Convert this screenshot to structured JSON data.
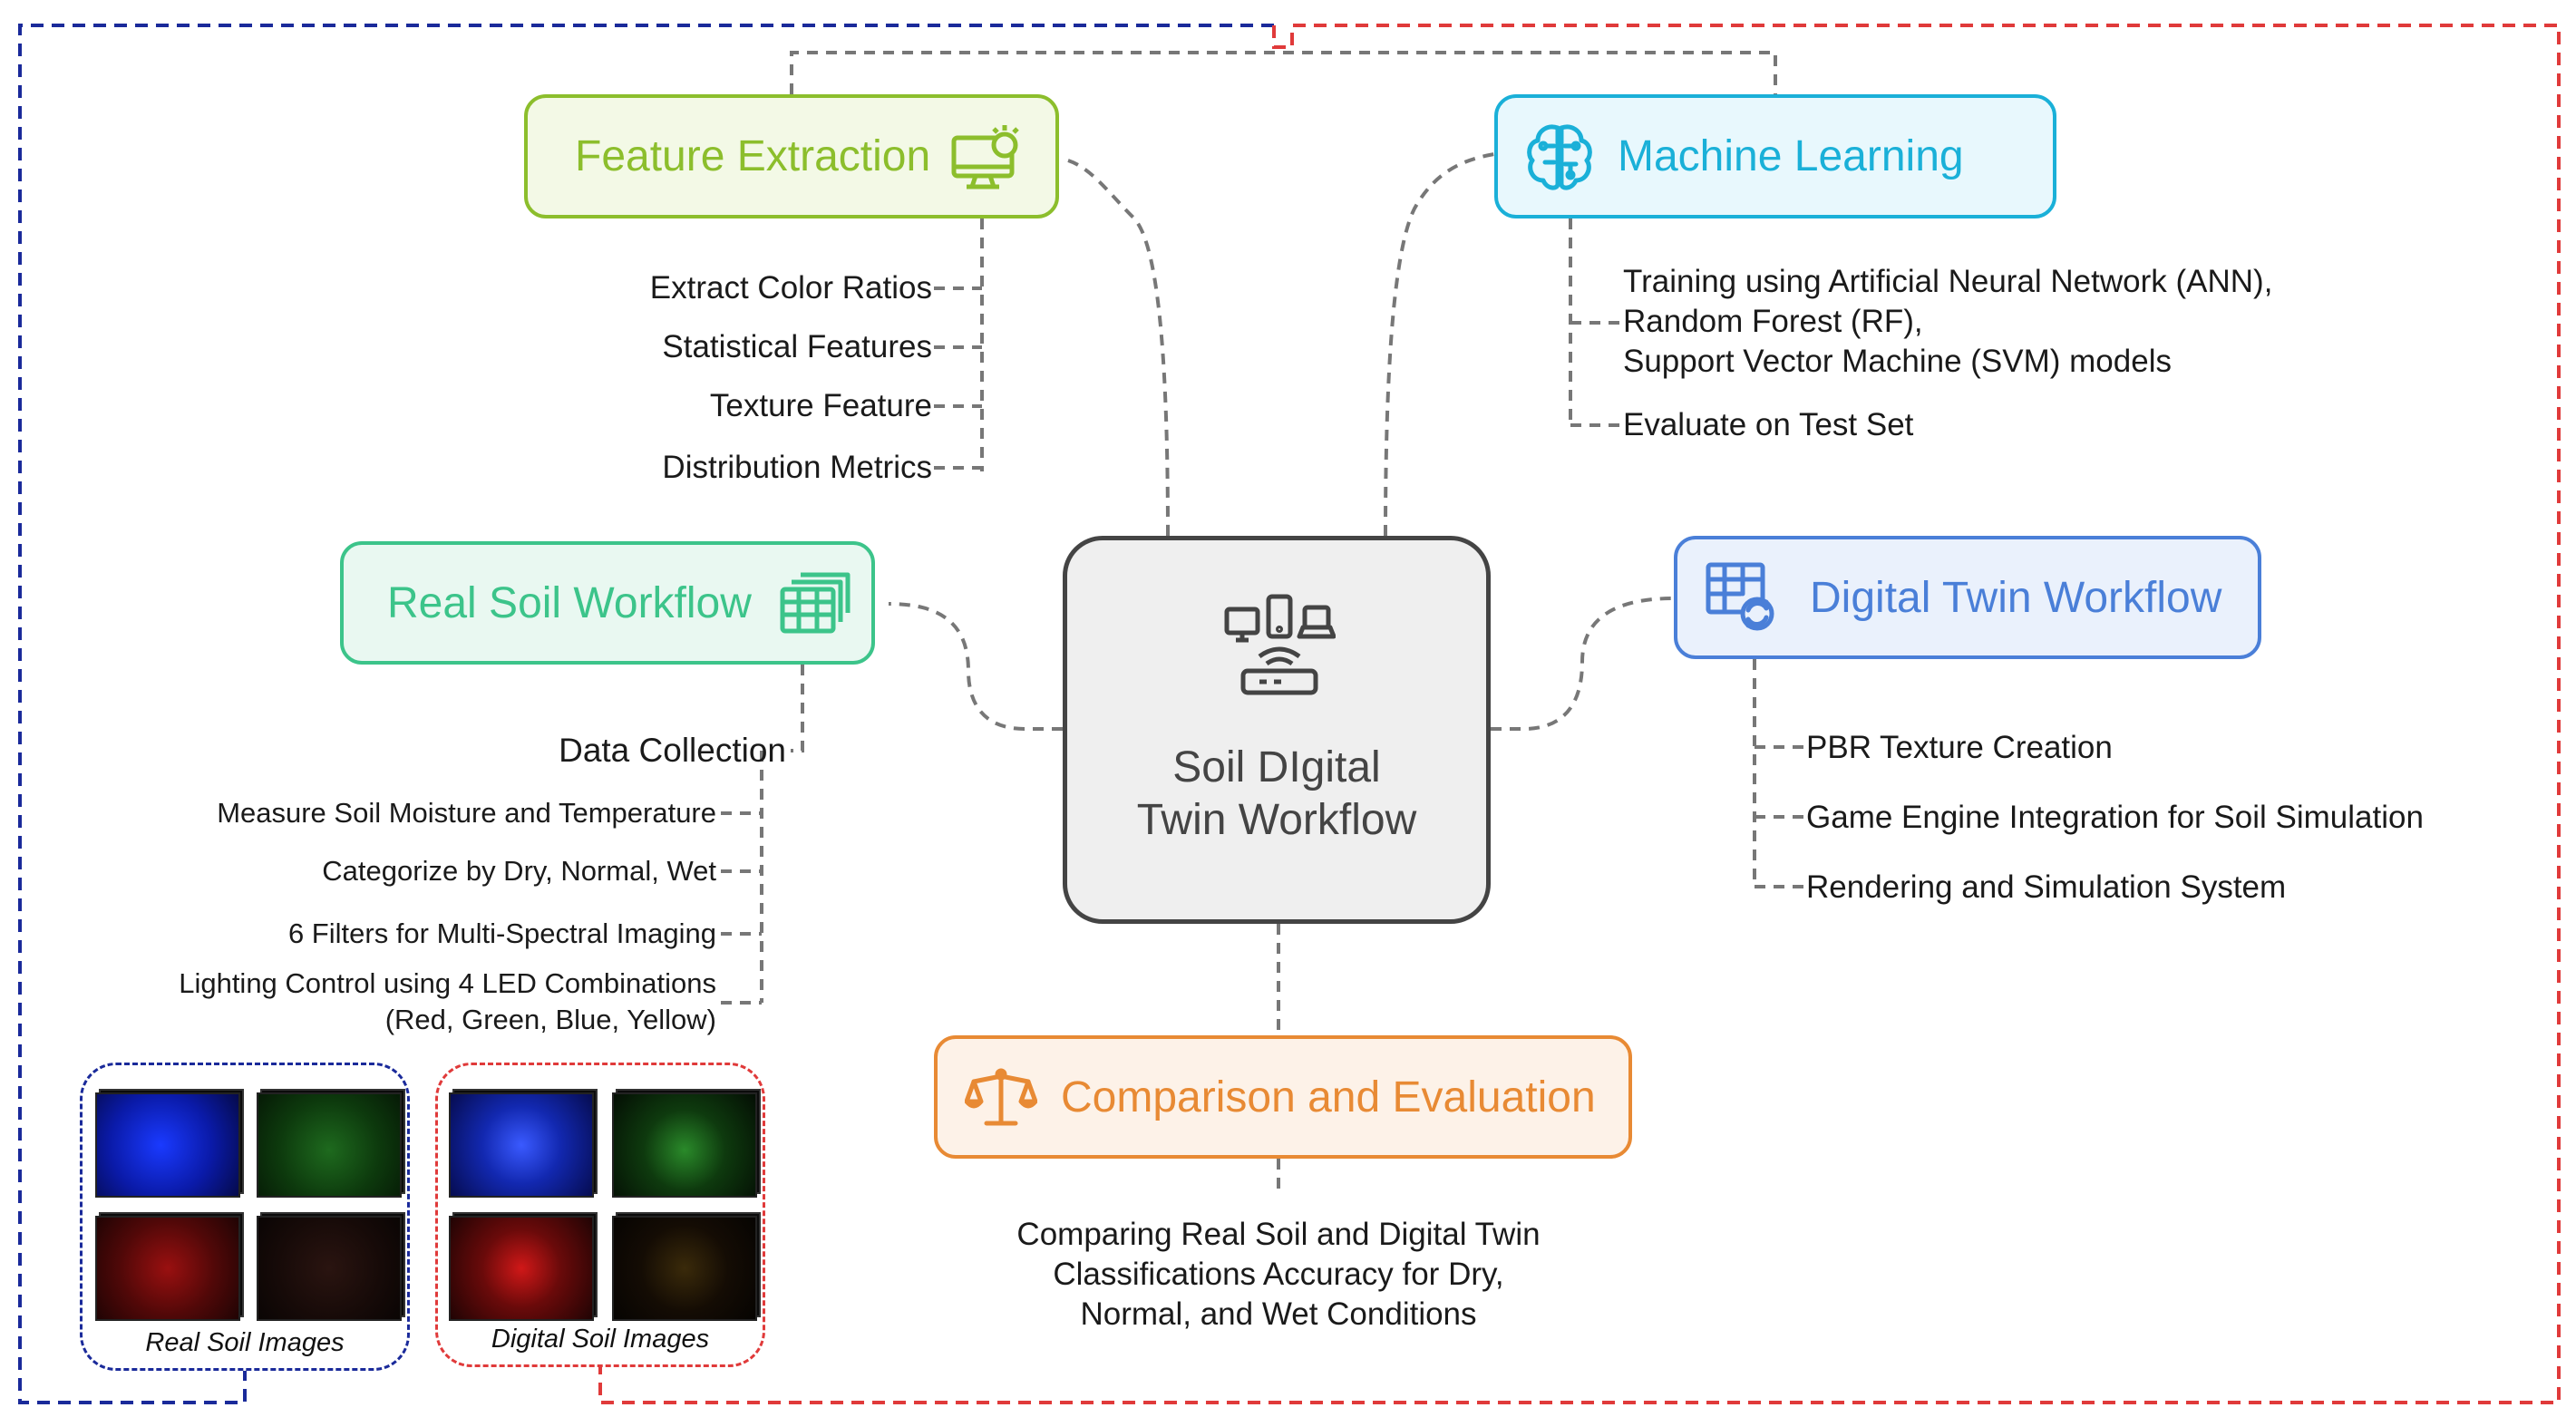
{
  "center": {
    "title_line1": "Soil DIgital",
    "title_line2": "Twin Workflow",
    "icon": "devices-router-icon"
  },
  "feature_extraction": {
    "title": "Feature Extraction",
    "icon": "monitor-settings-icon",
    "color": "#8cbe2c",
    "fill": "#f3f9e6",
    "items": [
      "Extract Color Ratios",
      "Statistical Features",
      "Texture Feature",
      "Distribution Metrics"
    ]
  },
  "machine_learning": {
    "title": "Machine Learning",
    "icon": "brain-circuit-icon",
    "color": "#1ab0d8",
    "fill": "#e8f8fd",
    "training": [
      "Training using Artificial Neural Network (ANN),",
      "Random Forest (RF),",
      "Support Vector Machine (SVM) models"
    ],
    "evaluate": "Evaluate on Test Set"
  },
  "real_soil_workflow": {
    "title": "Real Soil Workflow",
    "icon": "data-table-icon",
    "color": "#3cc48a",
    "fill": "#e9f8f1",
    "data_collection": "Data Collection",
    "items": [
      "Measure Soil Moisture and Temperature",
      "Categorize by Dry, Normal, Wet",
      "6 Filters for Multi-Spectral Imaging"
    ],
    "lighting": [
      "Lighting Control using 4 LED Combinations",
      "(Red, Green, Blue, Yellow)"
    ]
  },
  "digital_twin_workflow": {
    "title": "Digital Twin Workflow",
    "icon": "table-sync-icon",
    "color": "#4a7fd8",
    "fill": "#eaf1fc",
    "items": [
      "PBR Texture Creation",
      "Game Engine Integration for Soil Simulation",
      "Rendering and Simulation System"
    ]
  },
  "comparison": {
    "title": "Comparison and Evaluation",
    "icon": "balance-scale-icon",
    "color": "#e88a34",
    "fill": "#fdf2e8",
    "text": [
      "Comparing Real Soil and Digital Twin",
      "Classifications Accuracy for Dry,",
      "Normal, and Wet Conditions"
    ]
  },
  "galleries": {
    "real": {
      "caption": "Real Soil Images",
      "border": "#1a2a9a"
    },
    "digital": {
      "caption": "Digital Soil Images",
      "border": "#e03a3a"
    }
  },
  "colors": {
    "connector": "#777777",
    "real_frame": "#1a2a9a",
    "digital_frame": "#e03a3a"
  }
}
